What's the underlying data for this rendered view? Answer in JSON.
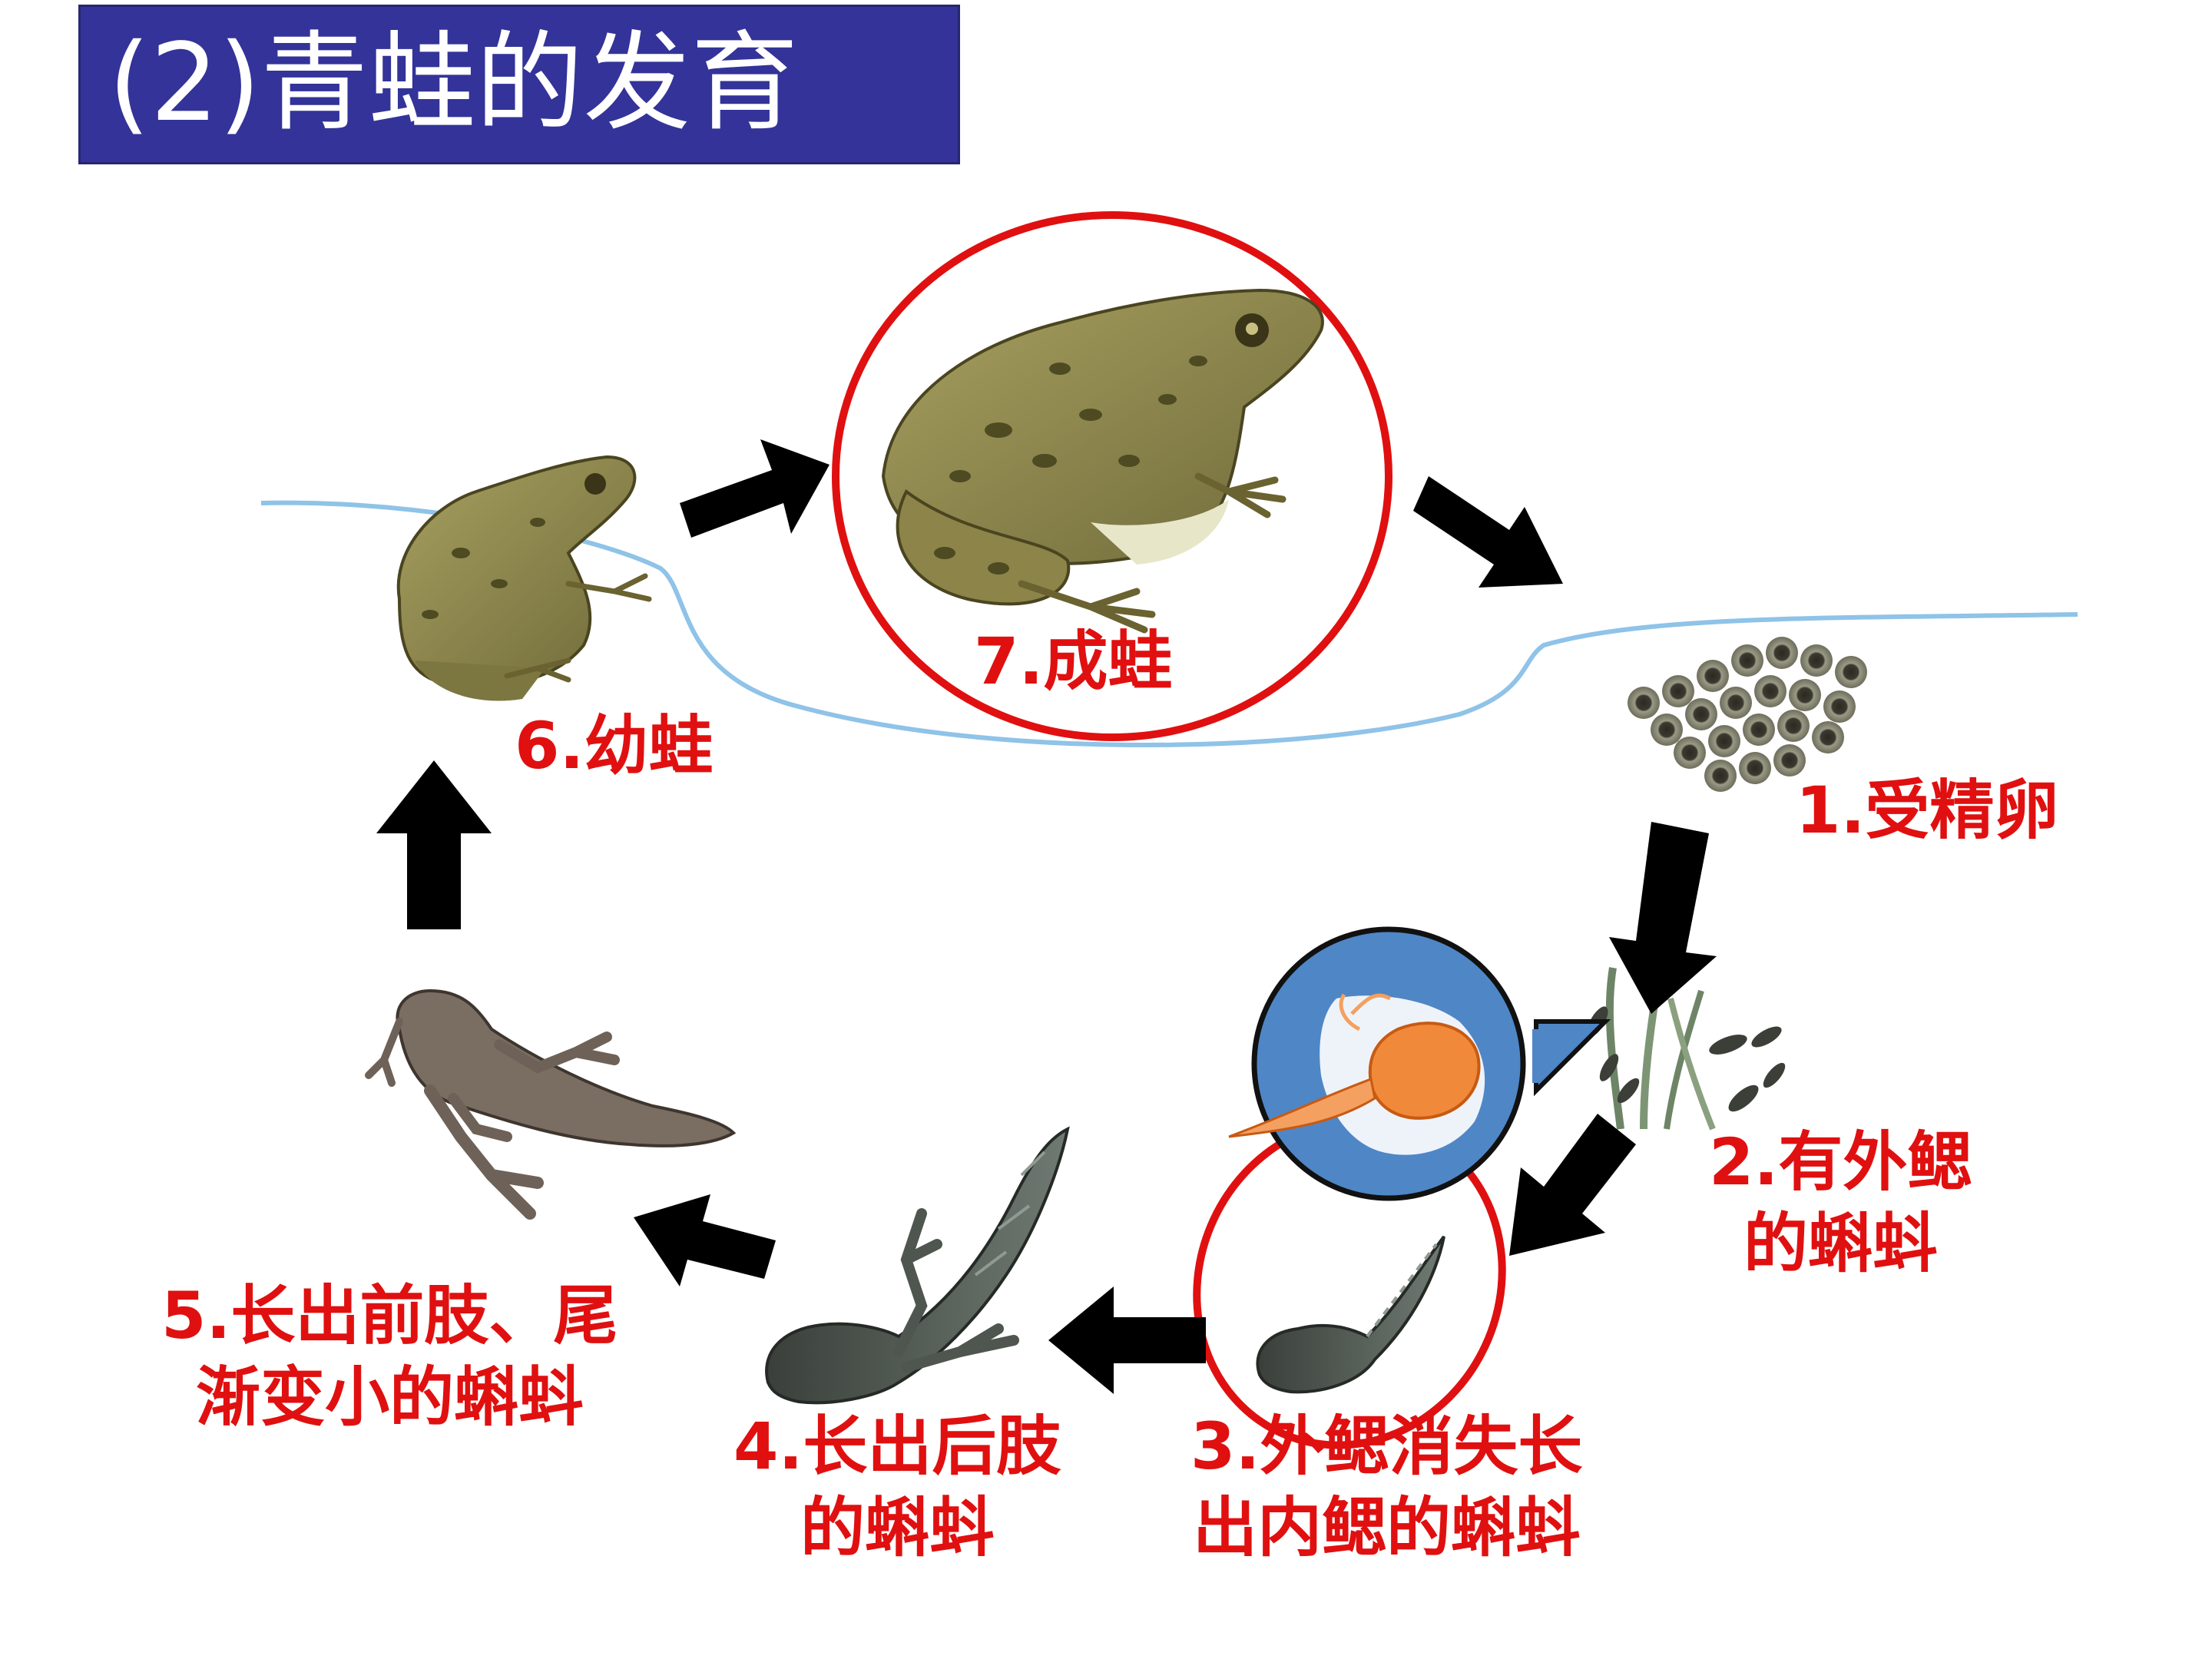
{
  "title": "(2)青蛙的发育",
  "colors": {
    "title_bg": "#333399",
    "title_text": "#ffffff",
    "label": "#e01010",
    "highlight_ring": "#e01010",
    "water_line": "#8fc3e8",
    "arrow": "#000000",
    "callout_bg": "#4f86c6"
  },
  "stages": [
    {
      "label": "1.受精卵",
      "icon": "frog-eggs-icon"
    },
    {
      "label_lines": [
        "2.有外鳃",
        "的蝌蚪"
      ],
      "icon": "tadpole-external-gills-icon"
    },
    {
      "label_lines": [
        "3.外鳃消失长",
        "出内鳃的蝌蚪"
      ],
      "icon": "tadpole-internal-gills-icon"
    },
    {
      "label_lines": [
        "4.长出后肢",
        "的蝌蚪"
      ],
      "icon": "tadpole-hind-legs-icon"
    },
    {
      "label_lines": [
        "5.长出前肢、尾",
        "渐变小的蝌蚪"
      ],
      "icon": "tadpole-front-legs-icon"
    },
    {
      "label": "6.幼蛙",
      "icon": "young-frog-icon"
    },
    {
      "label": "7.成蛙",
      "icon": "adult-frog-icon"
    }
  ]
}
